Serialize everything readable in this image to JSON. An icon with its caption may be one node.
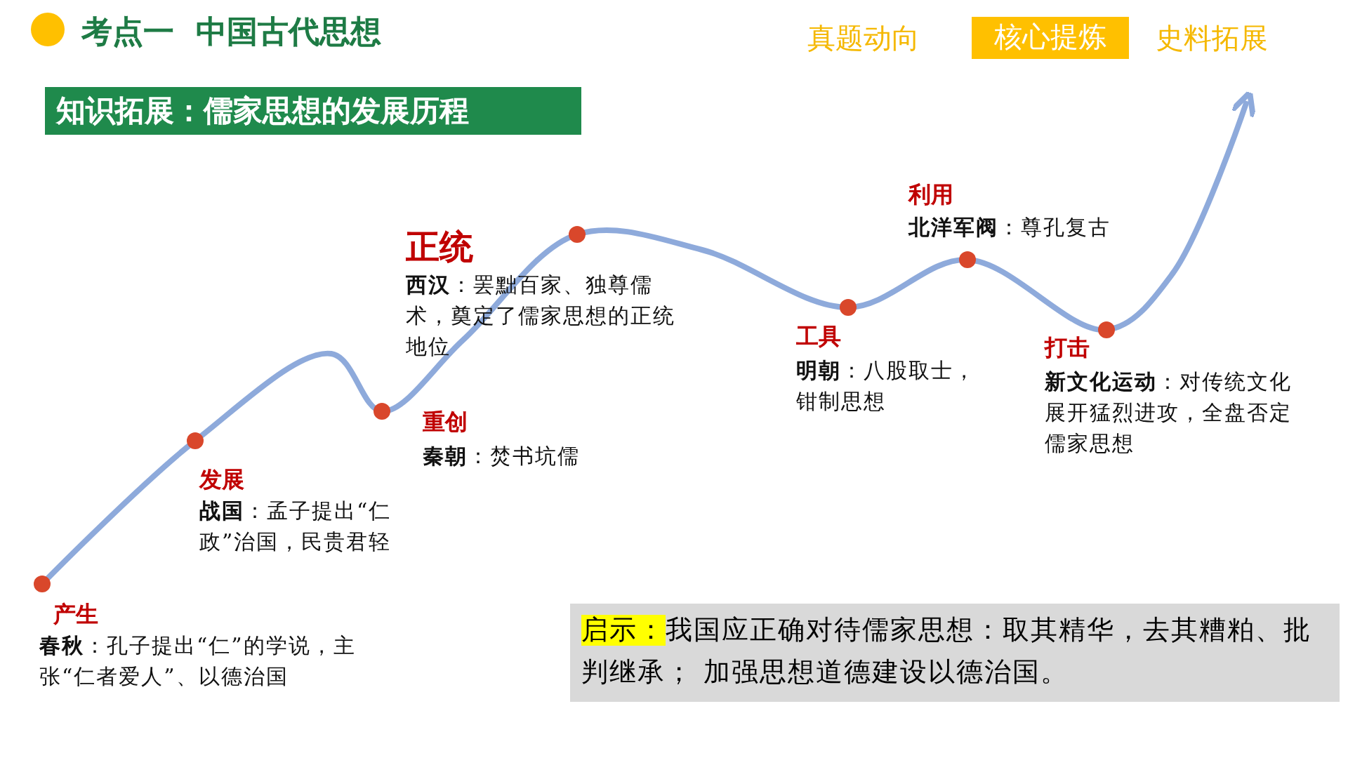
{
  "diagram": {
    "title": "考点一  中国古代思想",
    "nodes": [
      {
        "text": [
          "知识拓展：儒家思想的发展历程"
        ]
      },
      {
        "text": [
          "核心提炼"
        ]
      },
      {
        "text": [
          "启示：",
          "我国应正确对待儒家思想：取其精华，去其糟粕、批判继承；  加强思想道德建设以德治国。"
        ]
      }
    ],
    "labels": [
      "真题动向",
      "史料拓展",
      "产生",
      "**春秋**：孔子提出“仁”的学说，主张“仁者爱人”、以德治国",
      "发展",
      "**战国**：孟子提出“仁政”治国，民贵君轻",
      "重创",
      "**秦朝**：焚书坑儒",
      "正统",
      "**西汉**：罢黜百家、独尊儒术，奠定了儒家思想的正统地位",
      "工具",
      "**明朝**：八股取士，钳制思想",
      "利用",
      "**北洋军阀**：尊孔复古",
      "打击",
      "**新文化运动**：对传统文化展开猛烈进攻，全盘否定儒家思想"
    ]
  }
}
